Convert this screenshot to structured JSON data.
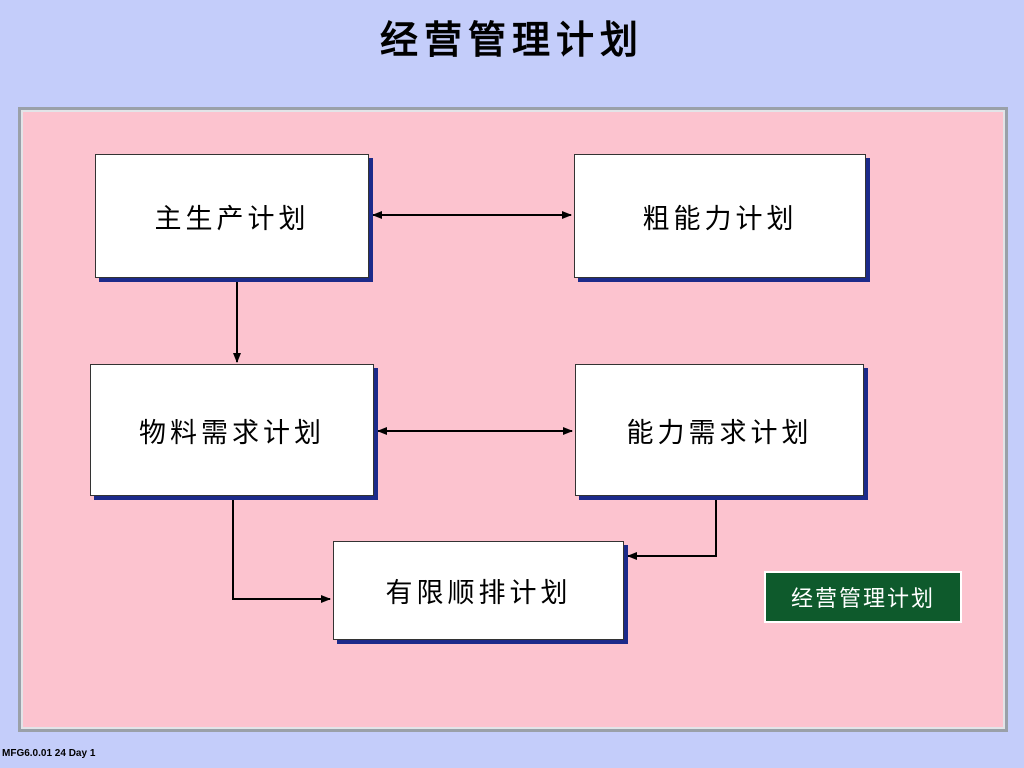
{
  "title": "经营管理计划",
  "boxes": {
    "mps": "主生产计划",
    "rccp": "粗能力计划",
    "mrp": "物料需求计划",
    "crp": "能力需求计划",
    "fcs": "有限顺排计划"
  },
  "badge": "经营管理计划",
  "footer": "MFG6.0.01  24  Day 1",
  "colors": {
    "background": "#c4cdfa",
    "panel": "#fcc3cf",
    "box_shadow": "#1c2a8a",
    "badge": "#0e5a2c"
  }
}
